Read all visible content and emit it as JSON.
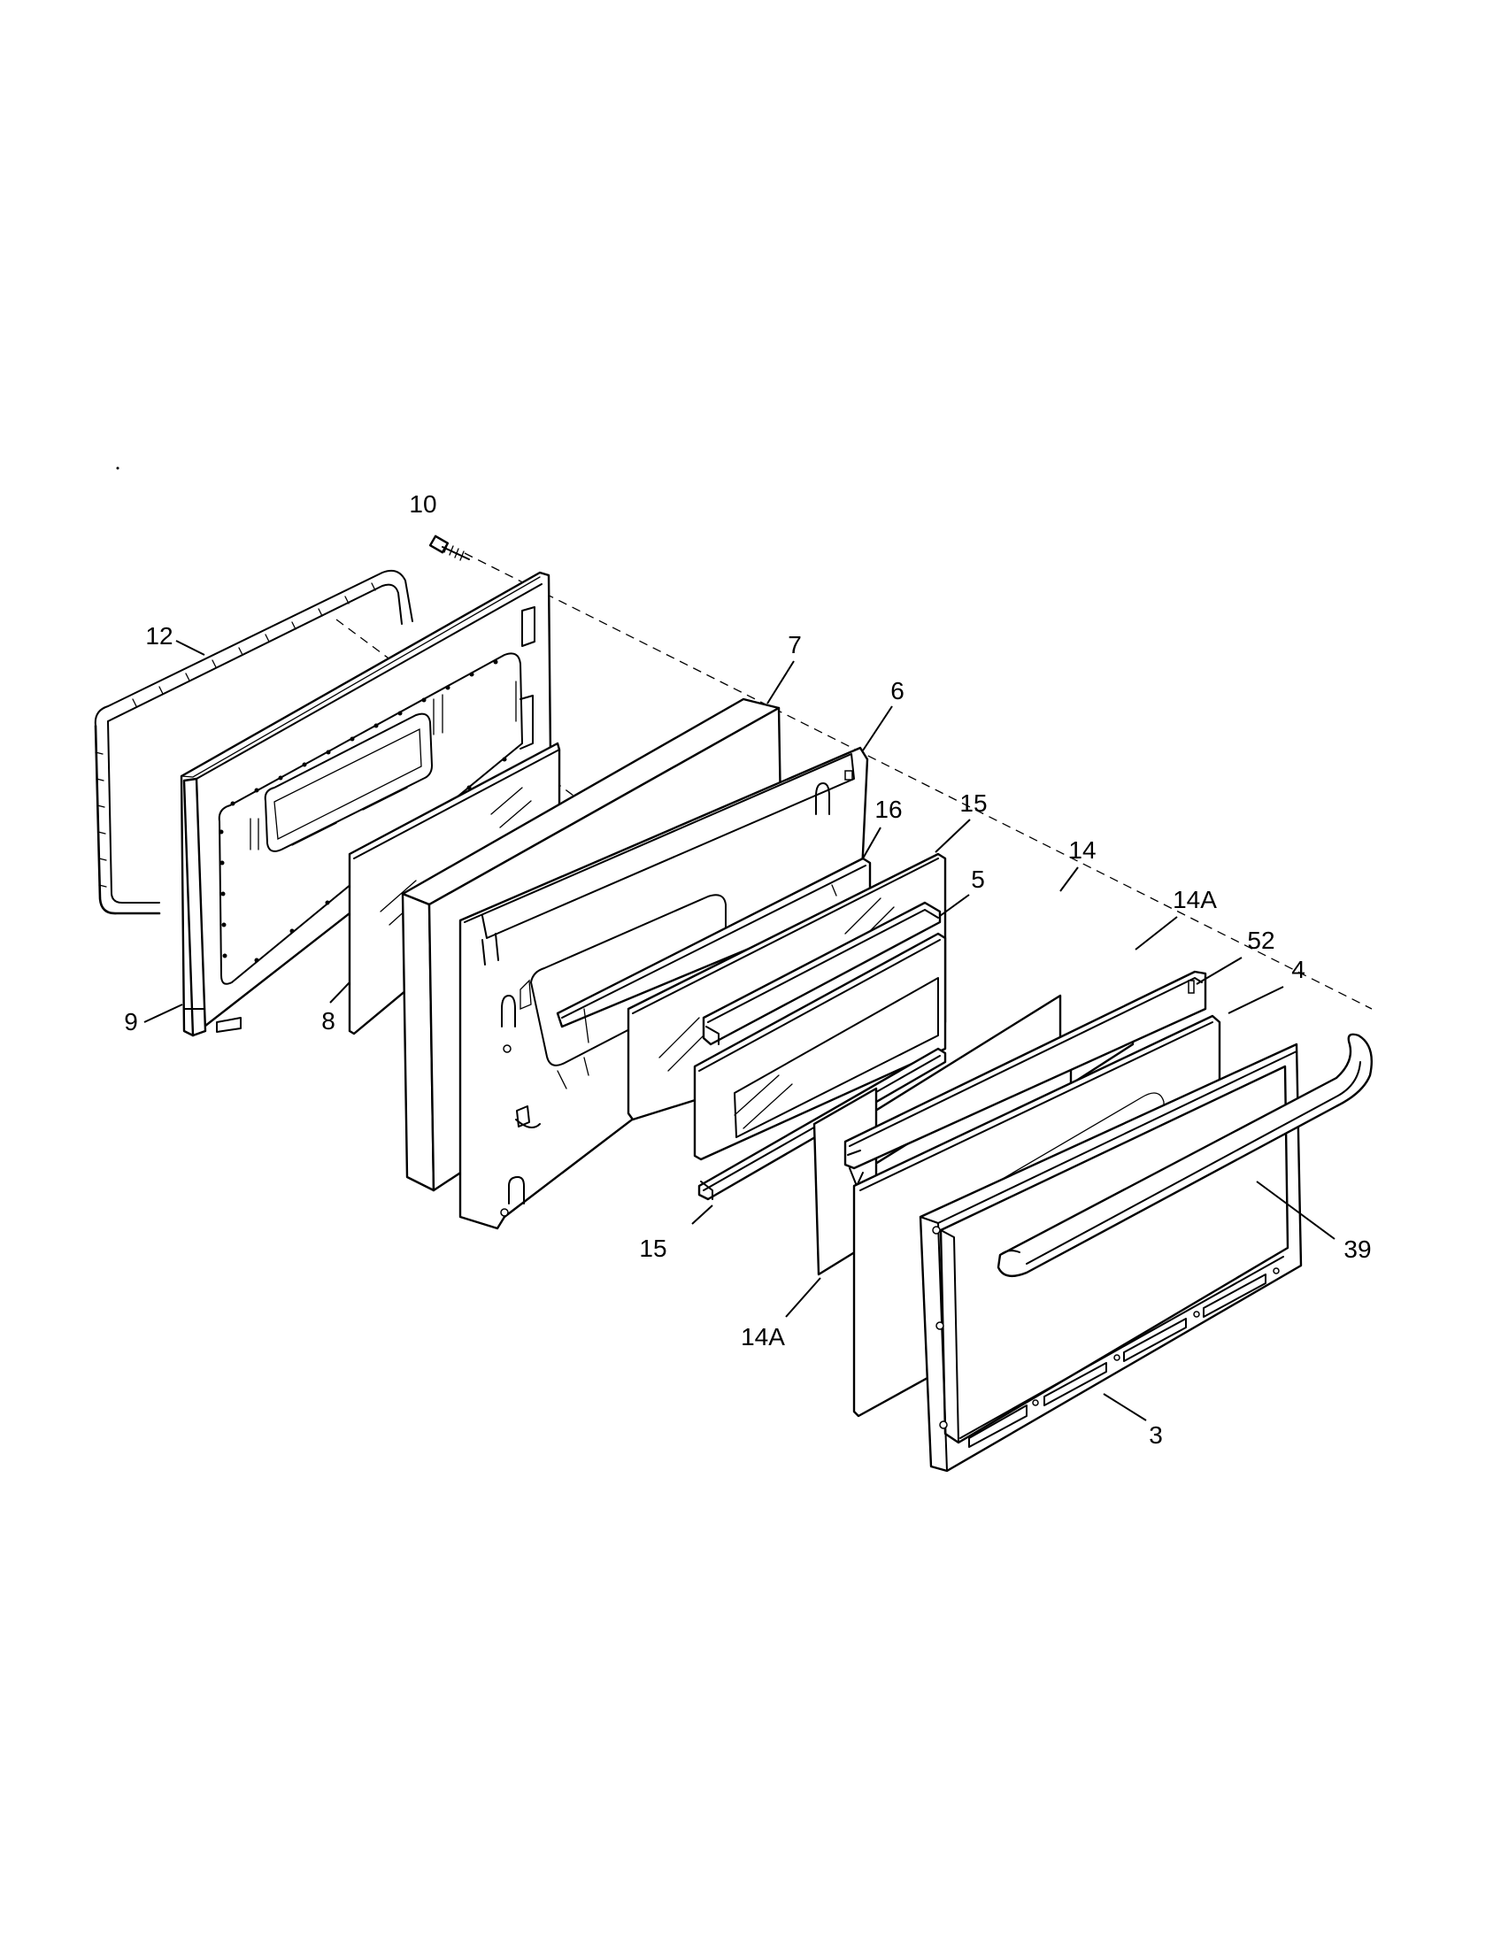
{
  "diagram": {
    "callouts": [
      {
        "id": "c10",
        "label": "10"
      },
      {
        "id": "c12",
        "label": "12"
      },
      {
        "id": "c9",
        "label": "9"
      },
      {
        "id": "c8",
        "label": "8"
      },
      {
        "id": "c7",
        "label": "7"
      },
      {
        "id": "c6",
        "label": "6"
      },
      {
        "id": "c16",
        "label": "16"
      },
      {
        "id": "c15a",
        "label": "15"
      },
      {
        "id": "c5",
        "label": "5"
      },
      {
        "id": "c14",
        "label": "14"
      },
      {
        "id": "c14Aa",
        "label": "14A"
      },
      {
        "id": "c52",
        "label": "52"
      },
      {
        "id": "c4",
        "label": "4"
      },
      {
        "id": "c15b",
        "label": "15"
      },
      {
        "id": "c39",
        "label": "39"
      },
      {
        "id": "c14Ab",
        "label": "14A"
      },
      {
        "id": "c3",
        "label": "3"
      }
    ]
  }
}
